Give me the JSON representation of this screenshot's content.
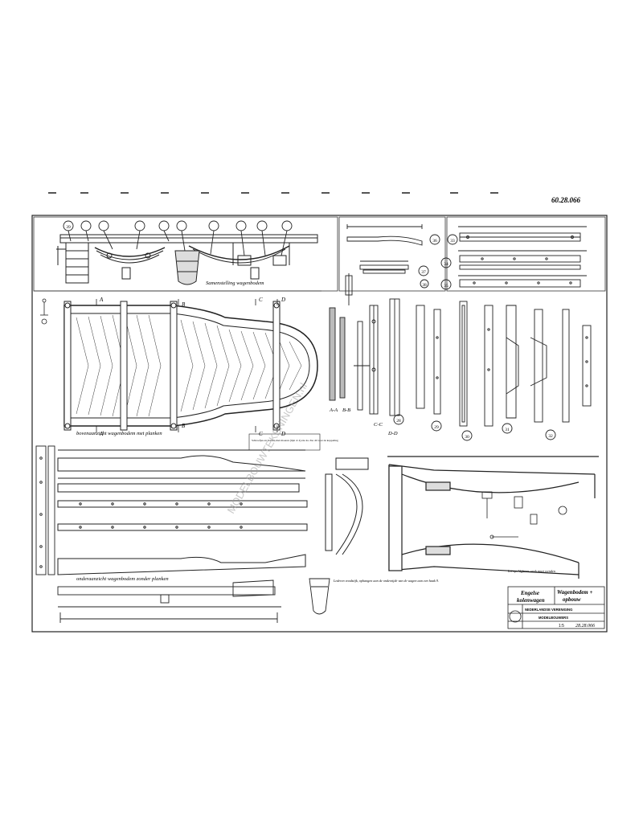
{
  "sheet": {
    "handwritten_number": "60.28.066",
    "watermark": "MODELBOUWTEKENINGEN.nl"
  },
  "captions": {
    "samenstelling": "Samenstelling wagenbodem",
    "bovenaanzicht": "bovenaanzicht wagenbodem met planken",
    "onderaanzicht": "onderaanzicht wagenbodem zonder planken",
    "lederen_note": "Lederen voodstijk, ophangen aan de onderzijde van de wagen aan een haak 9.",
    "boxed_note": "Schroefjes en bouten met moeren (lijst 4: 4) zie 4a. Zie 4b voor de koppeling"
  },
  "view_labels": {
    "aa": "A-A",
    "bb": "B-B",
    "cc": "C-C",
    "dd": "D-D",
    "a": "A",
    "b": "B",
    "c": "C",
    "d": "D"
  },
  "part_numbers": [
    "28",
    "29",
    "30",
    "31",
    "32",
    "33",
    "34",
    "35",
    "36",
    "37",
    "38",
    "39"
  ],
  "title_block": {
    "subject_line1": "Engelse",
    "subject_line2": "kolenwagen",
    "title_line1": "Wagenbodem +",
    "title_line2": "opbouw",
    "society_line1": "NEDERLANDSE VERENIGING",
    "society_line2": "MODELBOUWERS",
    "sheet_code": "28.28.066",
    "scale": "1:5"
  },
  "notes_top_right": "Let op: Vijfsters werk moet wenden"
}
